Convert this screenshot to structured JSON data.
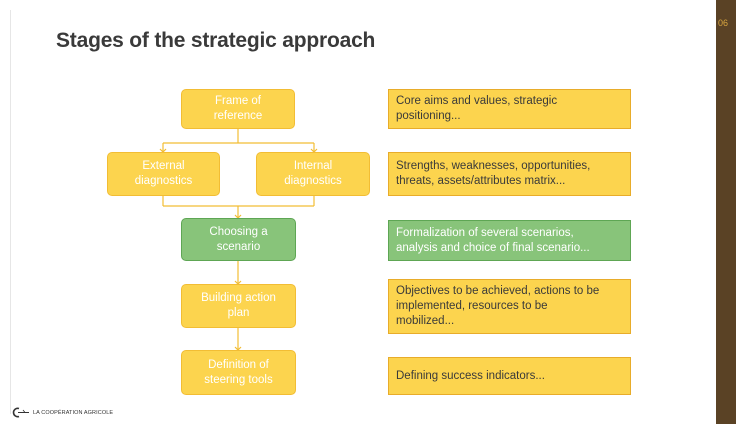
{
  "slide": {
    "title": "Stages of the strategic approach",
    "number": "06",
    "stages": {
      "frame": "Frame of\nreference",
      "external": "External\ndiagnostics",
      "internal": "Internal\ndiagnostics",
      "choosing": "Choosing a\nscenario",
      "action": "Building action\nplan",
      "steering": "Definition of\nsteering tools"
    },
    "descriptions": {
      "frame": "Core aims and values, strategic\npositioning...",
      "diagnostics": "Strengths, weaknesses, opportunities,\nthreats, assets/attributes matrix...",
      "choosing": "Formalization of several scenarios,\nanalysis and choice of final scenario...",
      "action": "Objectives to be achieved, actions to be\nimplemented, resources to be\nmobilized...",
      "steering": "Defining success indicators..."
    },
    "footer": {
      "org": "LA COOPÉRATION AGRICOLE"
    }
  },
  "colors": {
    "yellow": "#fcd44e",
    "green": "#88c47a",
    "connector": "#f2bd34",
    "side_panel": "#5a4225"
  }
}
